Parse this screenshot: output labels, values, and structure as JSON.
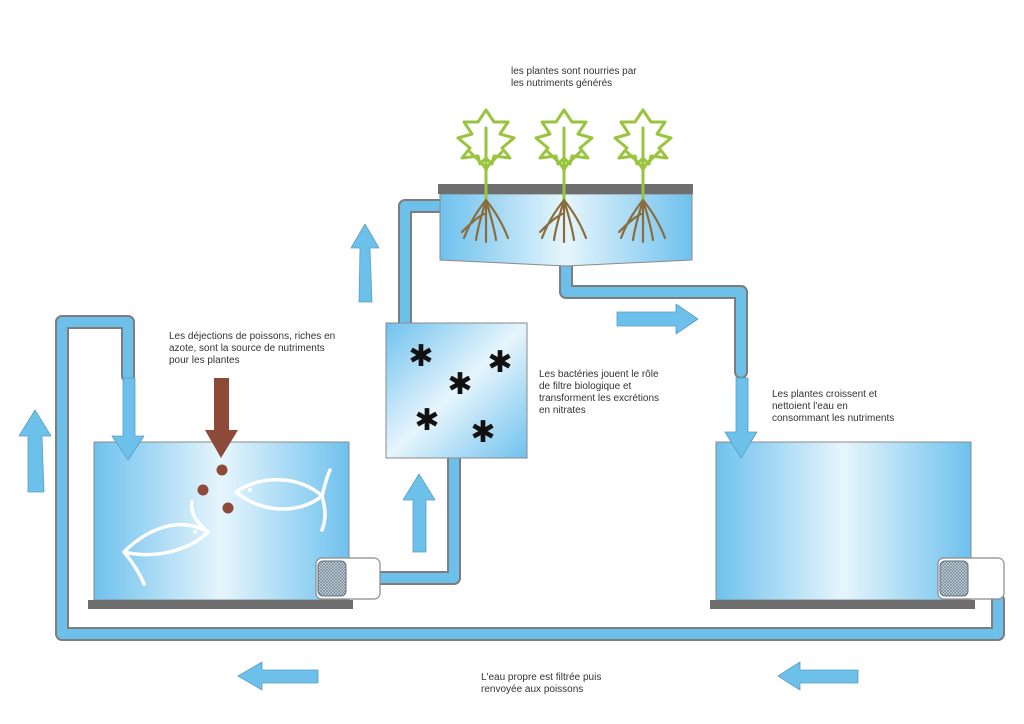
{
  "captions": {
    "fish_waste": [
      "Les déjections de poissons, riches en",
      "azote, sont la source de nutriments",
      "pour les plantes"
    ],
    "bacteria": [
      "Les bactéries jouent le rôle",
      "de filtre biologique et",
      "transforment les excrétions",
      "en nitrates"
    ],
    "plants_fed": [
      "les plantes sont nourries par",
      "les nutriments générés"
    ],
    "plants_clean": [
      "Les plantes croissent et",
      "nettoient l'eau en",
      "consommant les nutriments"
    ],
    "water_return": [
      "L'eau propre est filtrée puis",
      "renvoyée aux poissons"
    ]
  },
  "colors": {
    "pipe_fill": "#6cc0ea",
    "pipe_outline": "#7d7d7d",
    "water_blue": "#6fc1ee",
    "water_light": "#e6f5fc",
    "arrow_blue": "#6cc0ea",
    "waste_arrow": "#8e4a38",
    "plant_green": "#9ac43e",
    "root_brown": "#8a6d3b",
    "base_gray": "#6e6e6e"
  },
  "components": [
    "fish-tank",
    "biofilter",
    "grow-bed",
    "sump-tank",
    "pump",
    "pump"
  ]
}
